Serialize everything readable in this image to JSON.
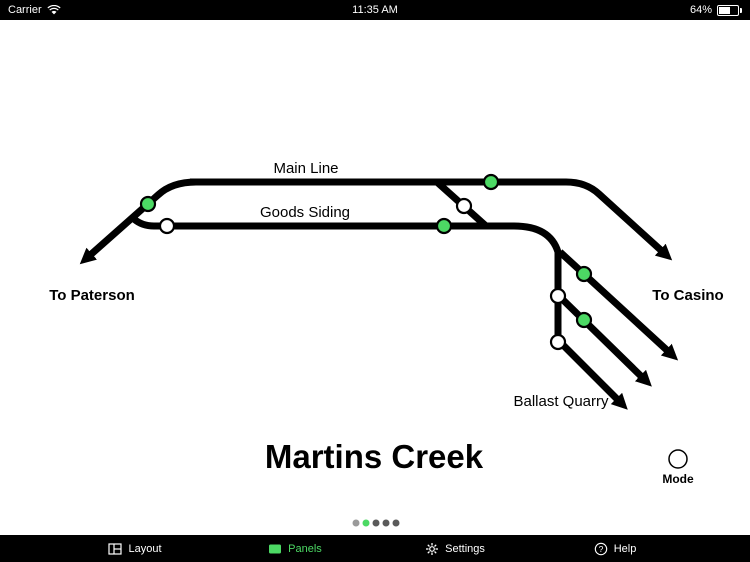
{
  "status_bar": {
    "carrier": "Carrier",
    "time": "11:35 AM",
    "battery_percent": "64%"
  },
  "diagram": {
    "title": "Martins Creek",
    "labels": {
      "main_line": "Main Line",
      "goods_siding": "Goods Siding",
      "to_paterson": "To Paterson",
      "to_casino": "To Casino",
      "ballast_quarry": "Ballast Quarry"
    },
    "track_color": "#000000",
    "turnout_state_colors": {
      "green": "#4cd964",
      "white": "#ffffff"
    },
    "turnouts": [
      {
        "name": "turnout-main-west",
        "state": "green",
        "color": "#4cd964"
      },
      {
        "name": "turnout-siding-west",
        "state": "white",
        "color": "#ffffff"
      },
      {
        "name": "turnout-main-east",
        "state": "green",
        "color": "#4cd964"
      },
      {
        "name": "turnout-crossover",
        "state": "white",
        "color": "#ffffff"
      },
      {
        "name": "turnout-siding-east",
        "state": "green",
        "color": "#4cd964"
      },
      {
        "name": "turnout-quarry-1",
        "state": "green",
        "color": "#4cd964"
      },
      {
        "name": "turnout-quarry-2",
        "state": "white",
        "color": "#ffffff"
      },
      {
        "name": "turnout-quarry-3",
        "state": "green",
        "color": "#4cd964"
      },
      {
        "name": "turnout-quarry-4",
        "state": "white",
        "color": "#ffffff"
      }
    ]
  },
  "mode_button": {
    "label": "Mode"
  },
  "page_control": {
    "dot_colors": [
      "#9a9a9a",
      "#4cd964",
      "#5a5a5a",
      "#5a5a5a",
      "#5a5a5a"
    ]
  },
  "tab_bar": {
    "selected_color": "#4cd964",
    "unselected_color": "#ffffff",
    "items": [
      {
        "label": "Layout",
        "selected": false
      },
      {
        "label": "Panels",
        "selected": true
      },
      {
        "label": "Settings",
        "selected": false
      },
      {
        "label": "Help",
        "selected": false
      }
    ]
  },
  "icons": {
    "help_glyph": "?"
  }
}
